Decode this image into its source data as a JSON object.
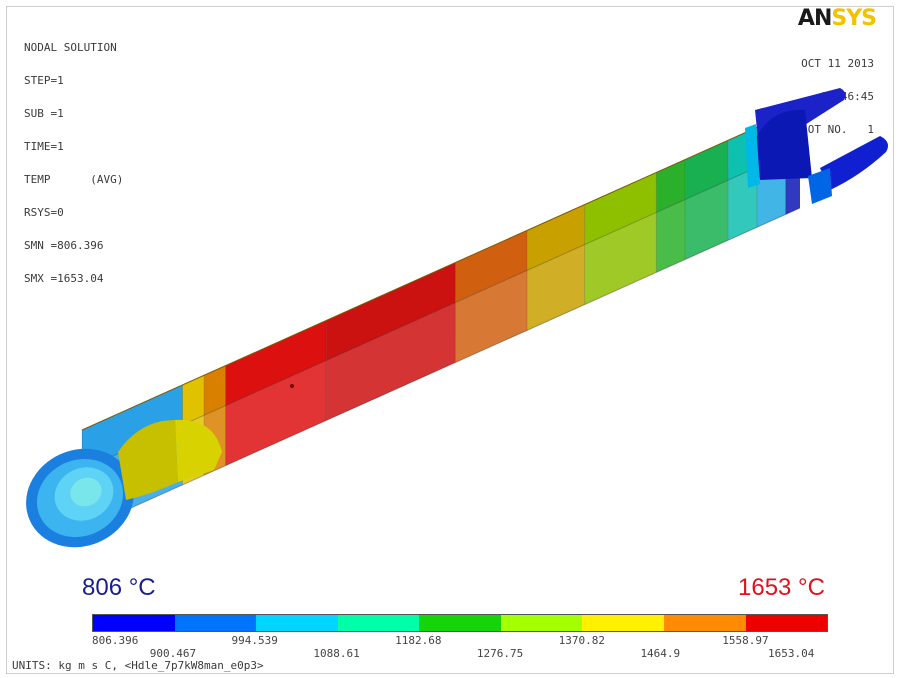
{
  "logo": {
    "part1": "AN",
    "part2": "SYS"
  },
  "info": {
    "lines": [
      "NODAL SOLUTION",
      "STEP=1",
      "SUB =1",
      "TIME=1",
      "TEMP      (AVG)",
      "RSYS=0",
      "SMN =806.396",
      "SMX =1653.04"
    ]
  },
  "plot": {
    "date": "OCT 11 2013",
    "time": "11:46:45",
    "plot_no": "PLOT NO.   1"
  },
  "labels": {
    "min": "806 °C",
    "max": "1653 °C"
  },
  "legend": {
    "colors": [
      "#0000ff",
      "#0073ff",
      "#00d6ff",
      "#00ffa8",
      "#16d40a",
      "#a4ff00",
      "#ffef00",
      "#ff8c00",
      "#ee0000"
    ],
    "ticks": [
      "806.396",
      "900.467",
      "994.539",
      "1088.61",
      "1182.68",
      "1276.75",
      "1370.82",
      "1464.9",
      "1558.97",
      "1653.04"
    ]
  },
  "units": "UNITS: kg m s C, <Hdle_7p7kW8man_e0p3>"
}
